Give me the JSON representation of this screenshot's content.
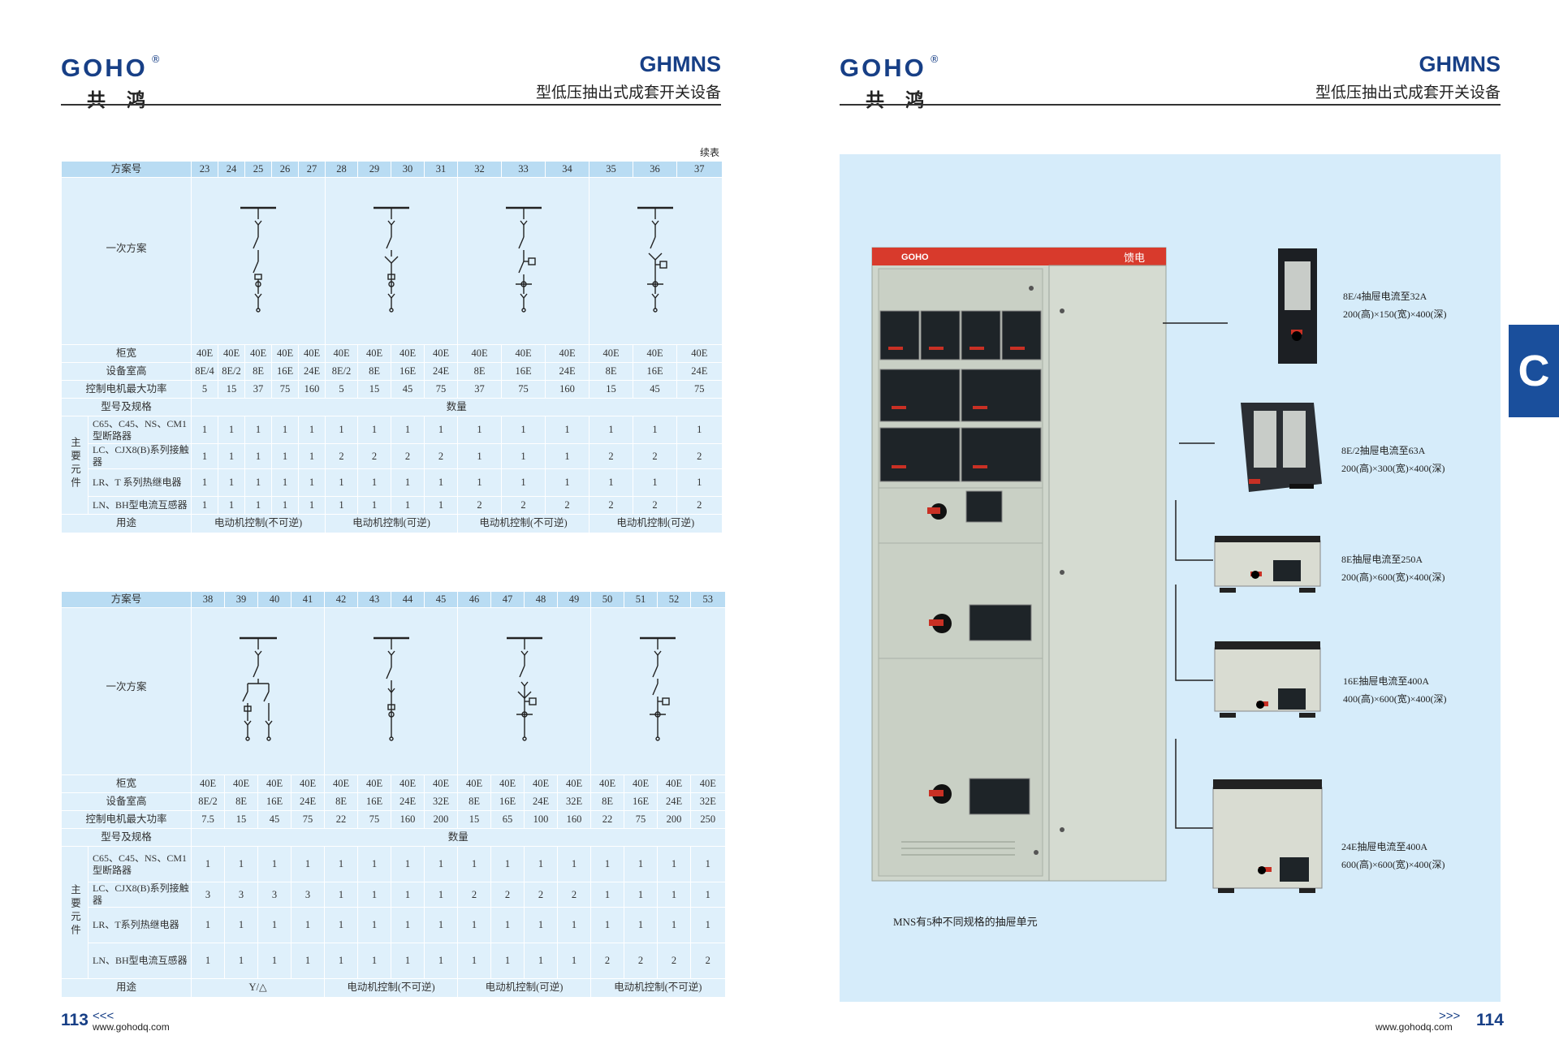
{
  "brand": {
    "name_en": "GOHO",
    "registered": "®",
    "name_cn": "共鸿"
  },
  "header": {
    "model": "GHMNS",
    "subtitle": "型低压抽出式成套开关设备"
  },
  "left_page": {
    "continued": "续表",
    "table1": {
      "scheme_label": "方案号",
      "schemes": [
        "23",
        "24",
        "25",
        "26",
        "27",
        "28",
        "29",
        "30",
        "31",
        "32",
        "33",
        "34",
        "35",
        "36",
        "37"
      ],
      "primary_label": "一次方案",
      "rows": [
        {
          "label": "柜宽",
          "values": [
            "40E",
            "40E",
            "40E",
            "40E",
            "40E",
            "40E",
            "40E",
            "40E",
            "40E",
            "40E",
            "40E",
            "40E",
            "40E",
            "40E",
            "40E"
          ]
        },
        {
          "label": "设备室高",
          "values": [
            "8E/4",
            "8E/2",
            "8E",
            "16E",
            "24E",
            "8E/2",
            "8E",
            "16E",
            "24E",
            "8E",
            "16E",
            "24E",
            "8E",
            "16E",
            "24E"
          ]
        },
        {
          "label": "控制电机最大功率",
          "values": [
            "5",
            "15",
            "37",
            "75",
            "160",
            "5",
            "15",
            "45",
            "75",
            "37",
            "75",
            "160",
            "15",
            "45",
            "75"
          ]
        }
      ],
      "model_label": "型号及规格",
      "qty_label": "数量",
      "main_parts_label": "主要元件",
      "parts": [
        {
          "name": "C65、C45、NS、CM1 型断路器",
          "values": [
            "1",
            "1",
            "1",
            "1",
            "1",
            "1",
            "1",
            "1",
            "1",
            "1",
            "1",
            "1",
            "1",
            "1",
            "1"
          ]
        },
        {
          "name": "LC、CJX8(B)系列接触器",
          "values": [
            "1",
            "1",
            "1",
            "1",
            "1",
            "2",
            "2",
            "2",
            "2",
            "1",
            "1",
            "1",
            "2",
            "2",
            "2"
          ]
        },
        {
          "name": "LR、T 系列热继电器",
          "values": [
            "1",
            "1",
            "1",
            "1",
            "1",
            "1",
            "1",
            "1",
            "1",
            "1",
            "1",
            "1",
            "1",
            "1",
            "1"
          ]
        },
        {
          "name": "LN、BH型电流互感器",
          "values": [
            "1",
            "1",
            "1",
            "1",
            "1",
            "1",
            "1",
            "1",
            "1",
            "2",
            "2",
            "2",
            "2",
            "2",
            "2"
          ]
        }
      ],
      "usage_label": "用途",
      "usages": [
        "电动机控制(不可逆)",
        "电动机控制(可逆)",
        "电动机控制(不可逆)",
        "电动机控制(可逆)"
      ]
    },
    "table2": {
      "scheme_label": "方案号",
      "schemes": [
        "38",
        "39",
        "40",
        "41",
        "42",
        "43",
        "44",
        "45",
        "46",
        "47",
        "48",
        "49",
        "50",
        "51",
        "52",
        "53"
      ],
      "primary_label": "一次方案",
      "rows": [
        {
          "label": "柜宽",
          "values": [
            "40E",
            "40E",
            "40E",
            "40E",
            "40E",
            "40E",
            "40E",
            "40E",
            "40E",
            "40E",
            "40E",
            "40E",
            "40E",
            "40E",
            "40E",
            "40E"
          ]
        },
        {
          "label": "设备室高",
          "values": [
            "8E/2",
            "8E",
            "16E",
            "24E",
            "8E",
            "16E",
            "24E",
            "32E",
            "8E",
            "16E",
            "24E",
            "32E",
            "8E",
            "16E",
            "24E",
            "32E"
          ]
        },
        {
          "label": "控制电机最大功率",
          "values": [
            "7.5",
            "15",
            "45",
            "75",
            "22",
            "75",
            "160",
            "200",
            "15",
            "65",
            "100",
            "160",
            "22",
            "75",
            "200",
            "250"
          ]
        }
      ],
      "model_label": "型号及规格",
      "qty_label": "数量",
      "main_parts_label": "主要元件",
      "parts": [
        {
          "name": "C65、C45、NS、CM1 型断路器",
          "values": [
            "1",
            "1",
            "1",
            "1",
            "1",
            "1",
            "1",
            "1",
            "1",
            "1",
            "1",
            "1",
            "1",
            "1",
            "1",
            "1"
          ]
        },
        {
          "name": "LC、CJX8(B)系列接触器",
          "values": [
            "3",
            "3",
            "3",
            "3",
            "1",
            "1",
            "1",
            "1",
            "2",
            "2",
            "2",
            "2",
            "1",
            "1",
            "1",
            "1"
          ]
        },
        {
          "name": "LR、T系列热继电器",
          "values": [
            "1",
            "1",
            "1",
            "1",
            "1",
            "1",
            "1",
            "1",
            "1",
            "1",
            "1",
            "1",
            "1",
            "1",
            "1",
            "1"
          ]
        },
        {
          "name": "LN、BH型电流互感器",
          "values": [
            "1",
            "1",
            "1",
            "1",
            "1",
            "1",
            "1",
            "1",
            "1",
            "1",
            "1",
            "1",
            "2",
            "2",
            "2",
            "2"
          ]
        }
      ],
      "usage_label": "用途",
      "usages": [
        "Y/△",
        "电动机控制(不可逆)",
        "电动机控制(可逆)",
        "电动机控制(不可逆)"
      ]
    },
    "page_number": "113",
    "arrows": "<<<",
    "url": "www.gohodq.com"
  },
  "right_page": {
    "section_tab": "C",
    "cabinet_label": "馈电",
    "cabinet_brand": "GOHO",
    "drawers": [
      {
        "title": "8E/4抽屉电流至32A",
        "dims": "200(高)×150(宽)×400(深)"
      },
      {
        "title": "8E/2抽屉电流至63A",
        "dims": "200(高)×300(宽)×400(深)"
      },
      {
        "title": "8E抽屉电流至250A",
        "dims": "200(高)×600(宽)×400(深)"
      },
      {
        "title": "16E抽屉电流至400A",
        "dims": "400(高)×600(宽)×400(深)"
      },
      {
        "title": "24E抽屉电流至400A",
        "dims": "600(高)×600(宽)×400(深)"
      }
    ],
    "caption": "MNS有5种不同规格的抽屉单元",
    "page_number": "114",
    "arrows": ">>>",
    "url": "www.gohodq.com"
  }
}
